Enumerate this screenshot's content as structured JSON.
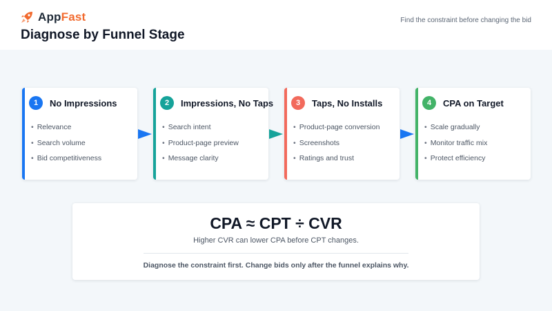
{
  "brand": {
    "name_part1": "App",
    "name_part2": "Fast",
    "accent": "#f26a2e"
  },
  "page": {
    "title": "Diagnose by Funnel Stage",
    "tagline": "Find the constraint before changing the bid"
  },
  "stages": [
    {
      "number": "1",
      "title": "No Impressions",
      "color": "#1976f2",
      "items": [
        "Relevance",
        "Search volume",
        "Bid competitiveness"
      ]
    },
    {
      "number": "2",
      "title": "Impressions, No Taps",
      "color": "#16a39a",
      "items": [
        "Search intent",
        "Product-page preview",
        "Message clarity"
      ]
    },
    {
      "number": "3",
      "title": "Taps, No Installs",
      "color": "#f26a5c",
      "items": [
        "Product-page conversion",
        "Screenshots",
        "Ratings and trust"
      ]
    },
    {
      "number": "4",
      "title": "CPA on Target",
      "color": "#43b368",
      "items": [
        "Scale gradually",
        "Monitor traffic mix",
        "Protect efficiency"
      ]
    }
  ],
  "arrows": [
    {
      "color": "#1976f2"
    },
    {
      "color": "#16a39a"
    },
    {
      "color": "#1976f2"
    }
  ],
  "formula": {
    "equation": "CPA ≈ CPT ÷ CVR",
    "subtitle": "Higher CVR can lower CPA before CPT changes.",
    "note": "Diagnose the constraint first. Change bids only after the funnel explains why."
  }
}
